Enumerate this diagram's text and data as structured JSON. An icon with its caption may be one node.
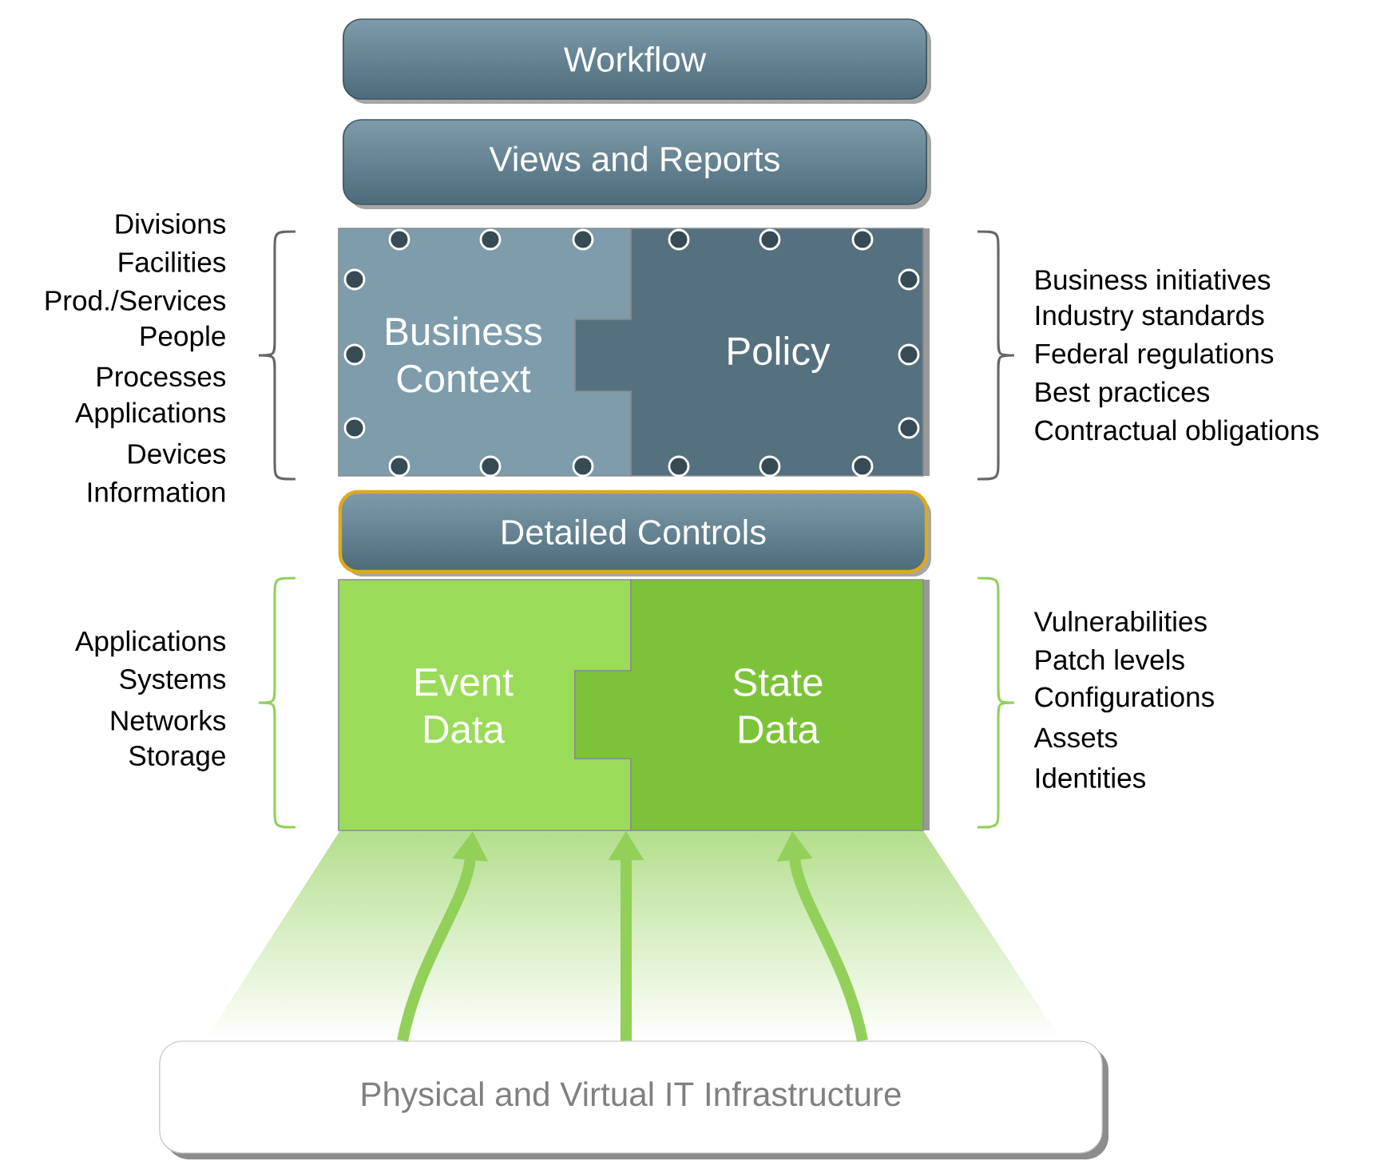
{
  "diagram": {
    "nodes": [
      {
        "text": [
          "Workflow"
        ]
      },
      {
        "text": [
          "Views and Reports"
        ]
      },
      {
        "text": [
          "Business Context"
        ]
      },
      {
        "text": [
          "Policy"
        ]
      },
      {
        "text": [
          "Detailed Controls"
        ]
      },
      {
        "text": [
          "Event Data"
        ]
      },
      {
        "text": [
          "State Data"
        ]
      },
      {
        "text": [
          "Physical and Virtual IT Infrastructure"
        ]
      }
    ],
    "edges": [
      {
        "from": 7,
        "to": 5,
        "arrow": "to"
      },
      {
        "from": 7,
        "to": 5,
        "arrow": "to"
      },
      {
        "from": 7,
        "to": 6,
        "arrow": "to"
      }
    ],
    "labels": [
      "Divisions",
      "Facilities",
      "Prod./Services",
      "People",
      "Processes",
      "Applications",
      "Devices",
      "Information",
      "Business initiatives",
      "Industry standards",
      "Federal regulations",
      "Best practices",
      "Contractual obligations",
      "Applications",
      "Systems",
      "Networks",
      "Storage",
      "Vulnerabilities",
      "Patch levels",
      "Configurations",
      "Assets",
      "Identities"
    ]
  }
}
